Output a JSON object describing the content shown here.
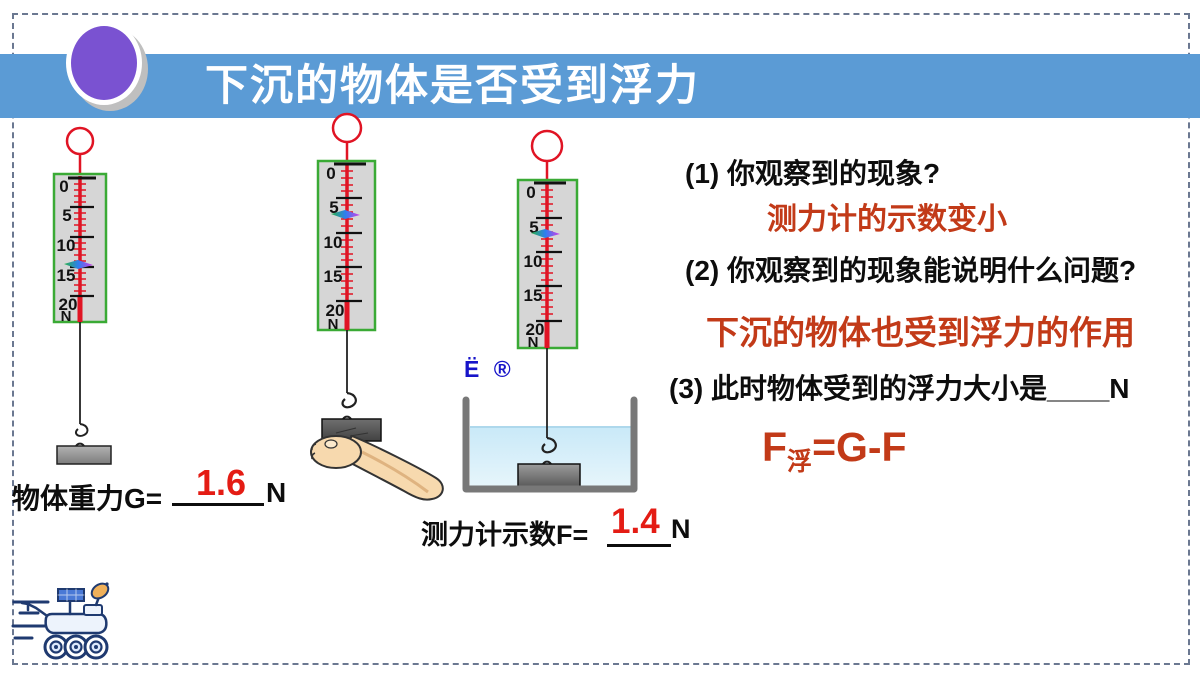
{
  "slide": {
    "title": "下沉的物体是否受到浮力",
    "watermark": "Ë ®"
  },
  "scales": {
    "ticks": [
      "0",
      "5",
      "10",
      "15",
      "20"
    ],
    "unit": "N"
  },
  "qa": {
    "q1": "(1) 你观察到的现象?",
    "a1": "测力计的示数变小",
    "q2": "(2) 你观察到的现象能说明什么问题?",
    "a2": "下沉的物体也受到浮力的作用",
    "q3": "(3) 此时物体受到的浮力大小是____N"
  },
  "formula": {
    "base": "F",
    "sub": "浮",
    "rhs": "=G-F"
  },
  "measurements": {
    "weight_label": "物体重力G=",
    "weight_value": "1.6",
    "weight_unit": "N",
    "reading_label": "测力计示数F=",
    "reading_value": "1.4",
    "reading_unit": "N"
  },
  "colors": {
    "banner": "#5b9bd5",
    "circle": "#7a52d1",
    "answer-red": "#c23a18",
    "value-red": "#e41c14",
    "scale-green": "#3aaa35",
    "scale-red": "#e01424",
    "navy": "#1f3a70",
    "dish-orange": "#efb05a",
    "water": "#cdeaf8",
    "mark-blue": "#1714c9",
    "border-dash": "#6b7891"
  }
}
